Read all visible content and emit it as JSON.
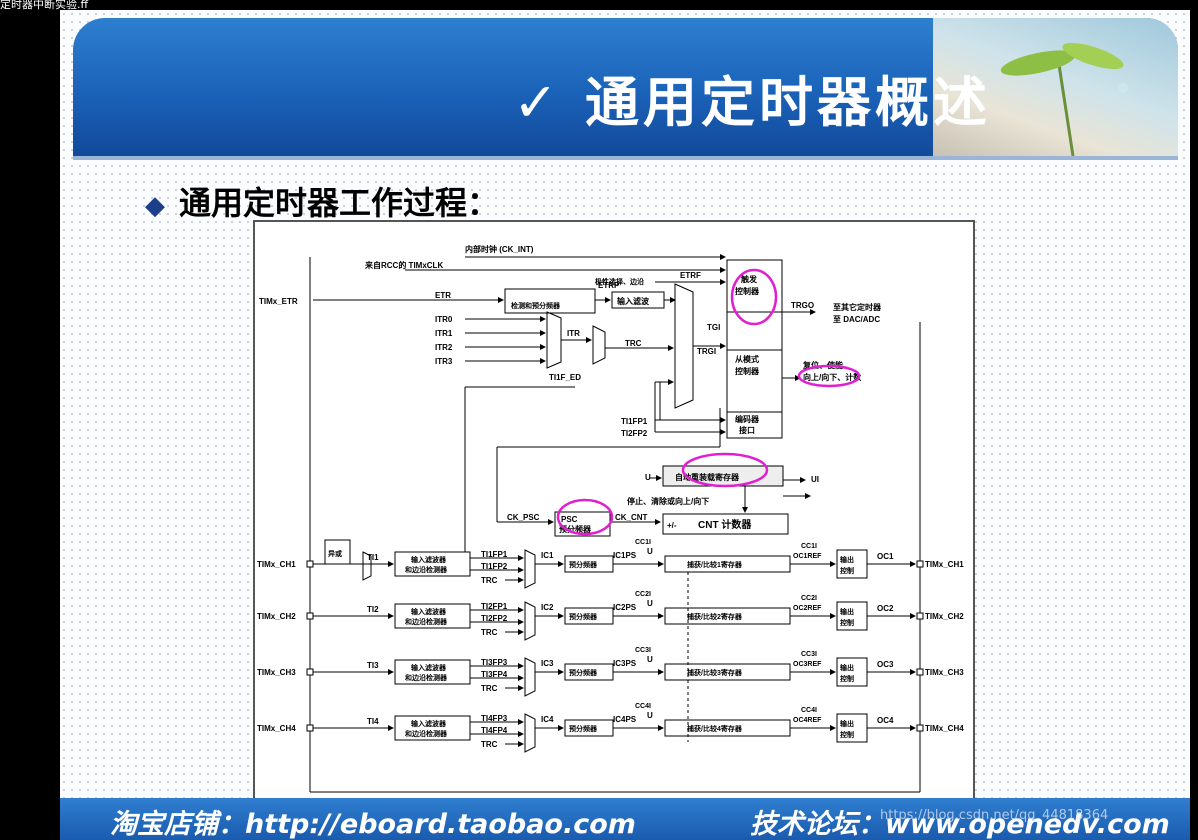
{
  "window": {
    "title": "定时器中断实验.ff"
  },
  "slide": {
    "title": "✓ 通用定时器概述",
    "bullet": "通用定时器工作过程："
  },
  "diagram": {
    "clock_labels": {
      "ck_int": "内部时钟 (CK_INT)",
      "rcc": "来自RCC的 TIMxCLK"
    },
    "pins": {
      "etr": "TIMx_ETR",
      "ch1": "TIMx_CH1",
      "ch2": "TIMx_CH2",
      "ch3": "TIMx_CH3",
      "ch4": "TIMx_CH4"
    },
    "signals": {
      "etr": "ETR",
      "etrp": "ETRP",
      "etrf": "ETRF",
      "itr0": "ITR0",
      "itr1": "ITR1",
      "itr2": "ITR2",
      "itr3": "ITR3",
      "itr": "ITR",
      "trc": "TRC",
      "ti1f_ed": "TI1F_ED",
      "tgi": "TGI",
      "trgi": "TRGI",
      "ti1fp1": "TI1FP1",
      "ti2fp2": "TI2FP2",
      "trgo": "TRGO",
      "u": "U",
      "ui": "UI",
      "ck_psc": "CK_PSC",
      "ck_cnt": "CK_CNT",
      "plus_minus": "+/-",
      "ti1": "TI1",
      "ti2": "TI2",
      "ti3": "TI3",
      "ti4": "TI4",
      "ti1fp1_b": "TI1FP1",
      "ti1fp2": "TI1FP2",
      "ti2fp1": "TI2FP1",
      "ti2fp2_b": "TI2FP2",
      "ti3fp3": "TI3FP3",
      "ti3fp4": "TI3FP4",
      "ti4fp3": "TI4FP3",
      "ti4fp4": "TI4FP4",
      "ic1": "IC1",
      "ic2": "IC2",
      "ic3": "IC3",
      "ic4": "IC4",
      "ic1ps": "IC1PS",
      "ic2ps": "IC2PS",
      "ic3ps": "IC3PS",
      "ic4ps": "IC4PS",
      "cc1i": "CC1I",
      "cc2i": "CC2I",
      "cc3i": "CC3I",
      "cc4i": "CC4I",
      "oc1ref": "OC1REF",
      "oc2ref": "OC2REF",
      "oc3ref": "OC3REF",
      "oc4ref": "OC4REF",
      "oc1": "OC1",
      "oc2": "OC2",
      "oc3": "OC3",
      "oc4": "OC4",
      "trc_label": "TRC"
    },
    "blocks": {
      "polarity_1": "极性选择、边沿",
      "polarity_2": "检测和预分频器",
      "input_filter": "输入滤波",
      "trigger_1": "触发",
      "trigger_2": "控制器",
      "slave_1": "从模式",
      "slave_2": "控制器",
      "encoder_1": "编码器",
      "encoder_2": "接口",
      "auto_reload": "自动重装载寄存器",
      "psc_1": "PSC",
      "psc_2": "预分频器",
      "cnt": "CNT 计数器",
      "xor": "异或",
      "filter_1": "输入滤波器",
      "filter_2": "和边沿检测器",
      "prescaler": "预分频器",
      "ccr1": "捕获/比较1寄存器",
      "ccr2": "捕获/比较2寄存器",
      "ccr3": "捕获/比较3寄存器",
      "ccr4": "捕获/比较4寄存器",
      "out_1": "输出",
      "out_2": "控制"
    },
    "notes": {
      "trgo_dest_1": "至其它定时器",
      "trgo_dest_2": "至 DAC/ADC",
      "mode_1": "复位、使能、",
      "mode_2": "向上/向下、计数",
      "stop_clear": "停止、清除或向上/向下"
    }
  },
  "footer": {
    "shop": "淘宝店铺：http://eboard.taobao.com",
    "forum": "技术论坛：www.openedv.com"
  },
  "watermark": "https://blog.csdn.net/qq_44818364",
  "colors": {
    "banner": "#1a62b8",
    "highlight": "#e020d0",
    "footer": "#1a5bae"
  }
}
